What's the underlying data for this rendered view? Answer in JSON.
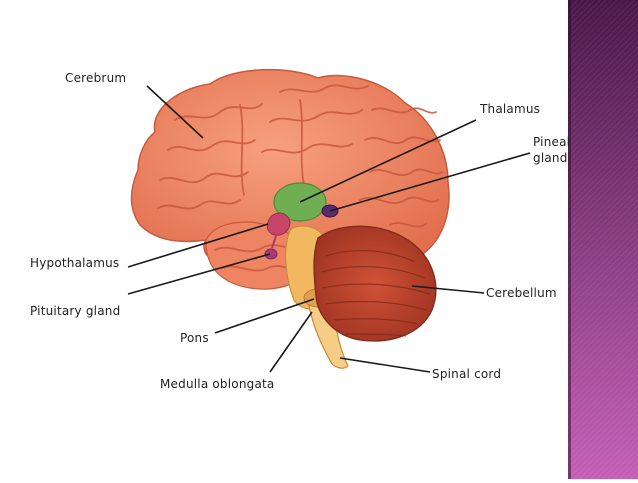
{
  "labels": {
    "cerebrum": "Cerebrum",
    "thalamus": "Thalamus",
    "pineal": "Pineal gland",
    "hypothalamus": "Hypothalamus",
    "pituitary": "Pituitary gland",
    "cerebellum": "Cerebellum",
    "pons": "Pons",
    "spinal_cord": "Spinal cord",
    "medulla": "Medulla oblongata"
  },
  "colors": {
    "cerebrum": "#f08a68",
    "cerebrum_shadow": "#d9664a",
    "thalamus": "#6fae52",
    "pineal": "#5a2a6e",
    "hypothalamus": "#c8456a",
    "pituitary": "#a8397a",
    "brainstem": "#f2b860",
    "cerebellum": "#c2462c",
    "sidebar_top": "#4a1848",
    "sidebar_bottom": "#c35fb6"
  }
}
